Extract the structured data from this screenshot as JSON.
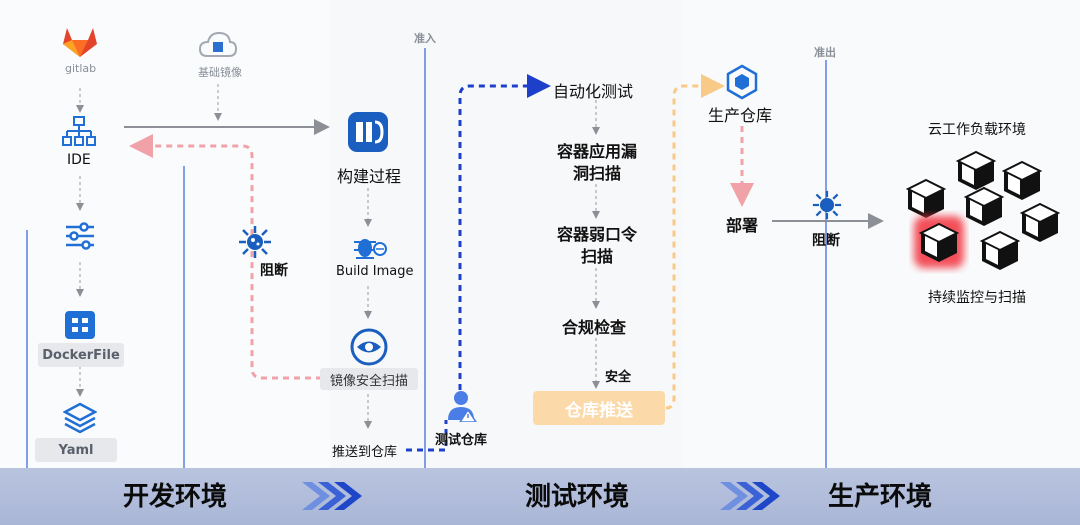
{
  "dev": {
    "gitlab": "gitlab",
    "base_image": "基础镜像",
    "ide": "IDE",
    "dockerfile": "DockerFile",
    "yaml": "Yaml",
    "build": "构建过程",
    "build_image": "Build Image",
    "image_scan": "镜像安全扫描",
    "block": "阻断",
    "push_repo": "推送到仓库"
  },
  "test": {
    "gate": "准入",
    "auto_test": "自动化测试",
    "vuln_scan": "容器应用漏洞扫描",
    "weak_pwd": "容器弱口令扫描",
    "compliance": "合规检查",
    "safe": "安全",
    "repo_push": "仓库推送",
    "test_repo": "测试仓库"
  },
  "prod": {
    "gate": "准出",
    "prod_repo": "生产仓库",
    "deploy": "部署",
    "block": "阻断",
    "workload": "云工作负载环境",
    "monitor": "持续监控与扫描"
  },
  "bands": {
    "dev": "开发环境",
    "test": "测试环境",
    "prod": "生产环境"
  },
  "colors": {
    "accent_blue": "#1f6fd6",
    "dark_blue": "#1d3f9c",
    "pink_dash": "#f0a2a8",
    "orange_dash": "#f8c987",
    "band": "#b0bcd9",
    "highlight_red": "#f2333e"
  },
  "icons": [
    "gitlab-icon",
    "cloud-icon",
    "hierarchy-icon",
    "sliders-icon",
    "grid-box-icon",
    "layers-icon",
    "build-icon",
    "bug-icon",
    "eye-icon",
    "virus-icon",
    "user-alert-icon",
    "cube-icon"
  ]
}
